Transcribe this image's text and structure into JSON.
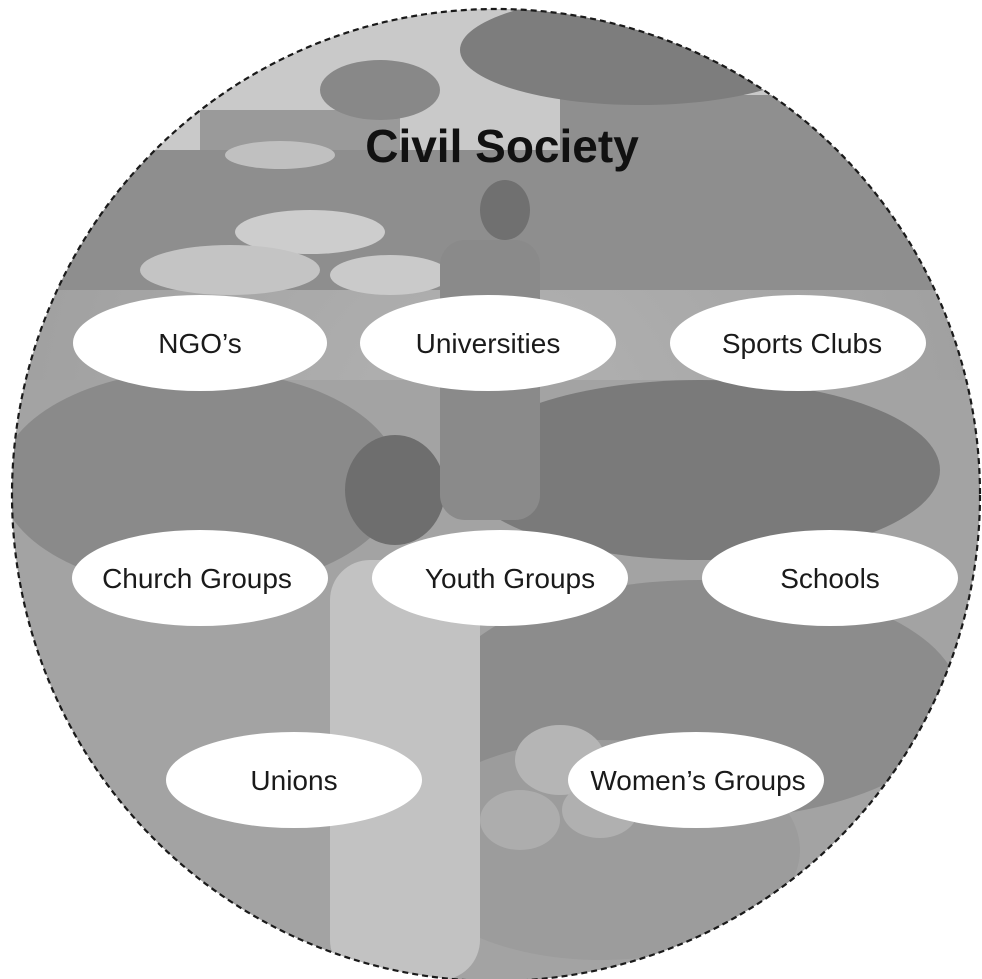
{
  "diagram": {
    "title": "Civil Society",
    "background_description_icon": "market-crowd-photo",
    "colors": {
      "circle_fill": "#a9a9a9",
      "circle_border": "#1a1a1a",
      "oval_fill": "#ffffff",
      "text": "#111111"
    },
    "groups": [
      {
        "id": "ngos",
        "label": "NGO’s"
      },
      {
        "id": "universities",
        "label": "Universities"
      },
      {
        "id": "sports-clubs",
        "label": "Sports Clubs"
      },
      {
        "id": "church-groups",
        "label": "Church Groups"
      },
      {
        "id": "youth-groups",
        "label": "Youth Groups"
      },
      {
        "id": "schools",
        "label": "Schools"
      },
      {
        "id": "unions",
        "label": "Unions"
      },
      {
        "id": "womens-groups",
        "label": "Women’s Groups"
      }
    ]
  }
}
